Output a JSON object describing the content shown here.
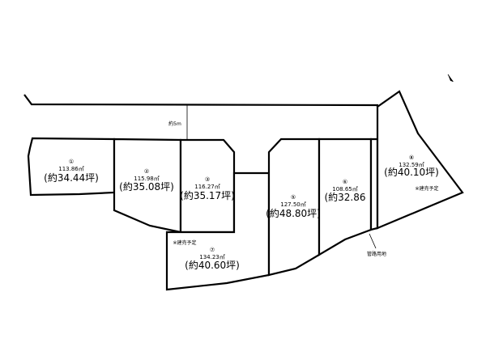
{
  "road": {
    "width_label": "約5m"
  },
  "north": {
    "symbol": "▲"
  },
  "lots": [
    {
      "id": "1",
      "num": "①",
      "area": "113.86㎡",
      "tsubo": "(約34.44坪)"
    },
    {
      "id": "2",
      "num": "②",
      "area": "115.98㎡",
      "tsubo": "(約35.08坪)"
    },
    {
      "id": "3",
      "num": "③",
      "area": "116.27㎡",
      "tsubo": "(約35.17坪)"
    },
    {
      "id": "5",
      "num": "⑤",
      "area": "127.50㎡",
      "tsubo": "(約48.80坪)"
    },
    {
      "id": "6",
      "num": "⑥",
      "area": "108.65㎡",
      "tsubo": "(約32.86"
    },
    {
      "id": "7",
      "num": "⑦",
      "area": "134.23㎡",
      "tsubo": "(約40.60坪)"
    },
    {
      "id": "8",
      "num": "⑧",
      "area": "132.59㎡",
      "tsubo": "(約40.10坪)"
    }
  ],
  "notes": {
    "lot7_note": "※建売予定",
    "lot8_note": "※建売予定",
    "pipe_land": "管路用地"
  }
}
